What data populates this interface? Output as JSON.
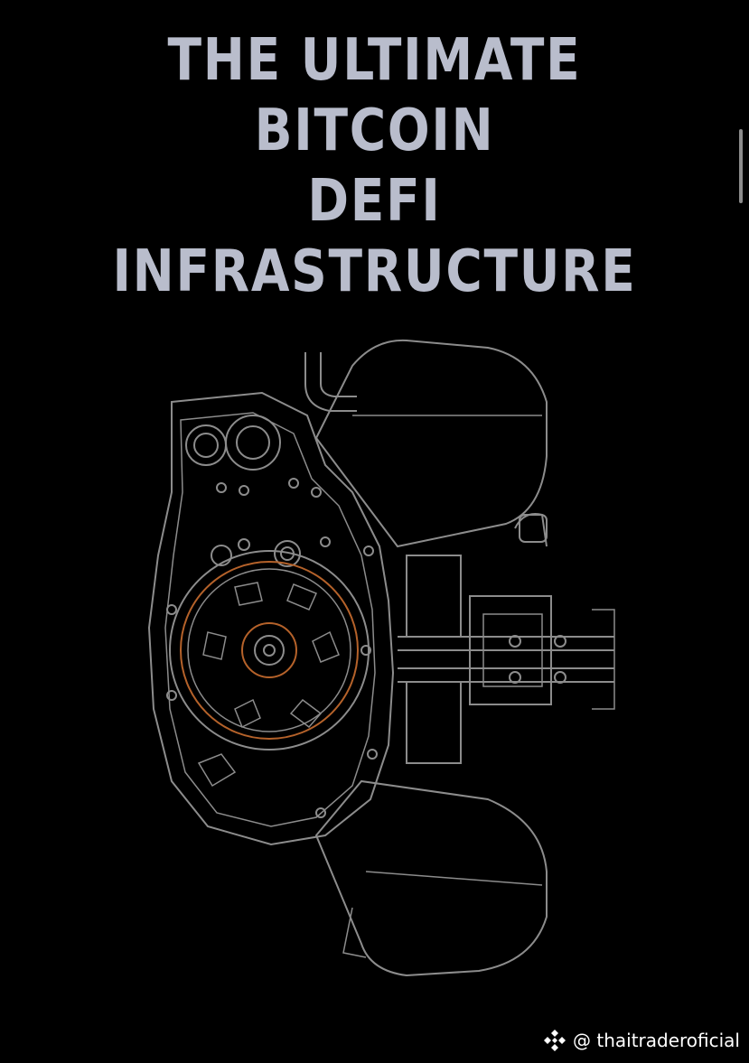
{
  "headline": {
    "line1": "THE ULTIMATE BITCOIN",
    "line2": "DEFI INFRASTRUCTURE"
  },
  "illustration": {
    "icon": "engine-blueprint-icon"
  },
  "watermark": {
    "logo_icon": "binance-logo-icon",
    "handle": "@ thaitraderoficial"
  },
  "colors": {
    "background": "#000000",
    "headline": "#b9bdcc",
    "line_art": "#8c8c8c",
    "accent": "#b5622a"
  }
}
